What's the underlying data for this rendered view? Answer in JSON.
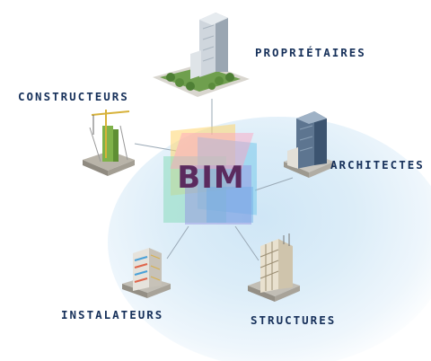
{
  "center": {
    "label": "BIM"
  },
  "roles": {
    "proprietaires": "PROPRIÉTAIRES",
    "constructeurs": "CONSTRUCTEURS",
    "architectes": "ARCHITECTES",
    "instalateurs": "INSTALATEURS",
    "structures": "STRUCTURES"
  },
  "colors": {
    "label_text": "#16305a",
    "center_text": "#5b2a5e",
    "halo": "#cfe6f6",
    "connector": "#9aa9b6"
  },
  "icons": [
    "office-tower-icon",
    "crane-construction-icon",
    "glass-tower-icon",
    "mep-building-icon",
    "steel-frame-icon",
    "bim-cube-icon"
  ]
}
